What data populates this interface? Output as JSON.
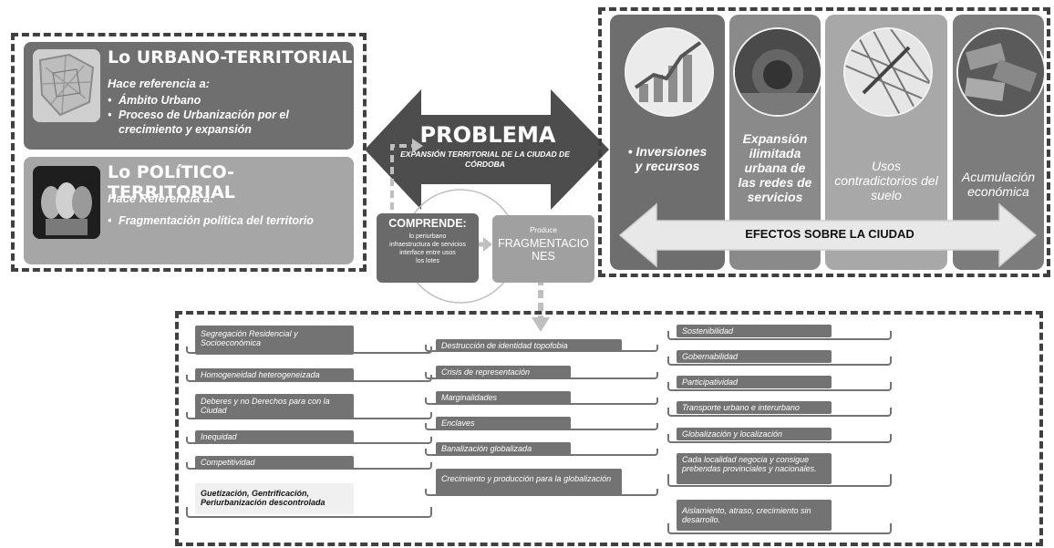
{
  "urbano": {
    "title": "Lo URBANO-TERRITORIAL",
    "sub": "Hace referencia a:",
    "items": [
      "Ámbito Urbano",
      "Proceso de Urbanización por el crecimiento y expansión"
    ]
  },
  "politico": {
    "title": "Lo POLíTICO-TERRITORIAL",
    "sub": "Hace Referencia a:",
    "items": [
      "Fragmentación política del territorio"
    ]
  },
  "problema": {
    "title": "PROBLEMA",
    "subtitle": "EXPANSIÓN TERRITORIAL DE LA CIUDAD DE CÓRDOBA"
  },
  "comprende": {
    "title": "COMPRENDE:",
    "lines": [
      "lo periurbano",
      "infraestructura de servicios",
      "interface entre usos",
      "los lotes"
    ]
  },
  "produce": {
    "label": "Produce",
    "title_line1": "FRAGMENTACIO",
    "title_line2": "NES"
  },
  "efectos": {
    "columns": [
      {
        "text": "• Inversiones y recursos"
      },
      {
        "text": "Expansión ilimitada urbana de las redes de servicios"
      },
      {
        "text": "Usos contradictorios del suelo"
      },
      {
        "text": "Acumulación económica"
      }
    ],
    "arrow_label": "EFECTOS SOBRE LA CIUDAD"
  },
  "frag_left": [
    "Segregación Residencial y Socioeconómica",
    "Homogeneidad heterogeneizada",
    "Deberes y no Derechos para con la Ciudad",
    "Inequidad",
    "Competitividad",
    "Guetización, Gentrificación, Periurbanización descontrolada"
  ],
  "frag_mid": [
    "Destrucción de identidad topofobia",
    "Crisis de  representación",
    "Marginalidades",
    "Enclaves",
    "Banalización globalizada",
    "Crecimiento y producción para la globalización"
  ],
  "frag_right": [
    "Sostenibilidad",
    "Gobernabilidad",
    "Participatividad",
    "Transporte urbano e interurbano",
    "Globalización y localización",
    "Cada localidad negocia y consigue prebendas provinciales y nacionales.",
    "Aislamiento, atraso, crecimiento sin desarrollo."
  ]
}
